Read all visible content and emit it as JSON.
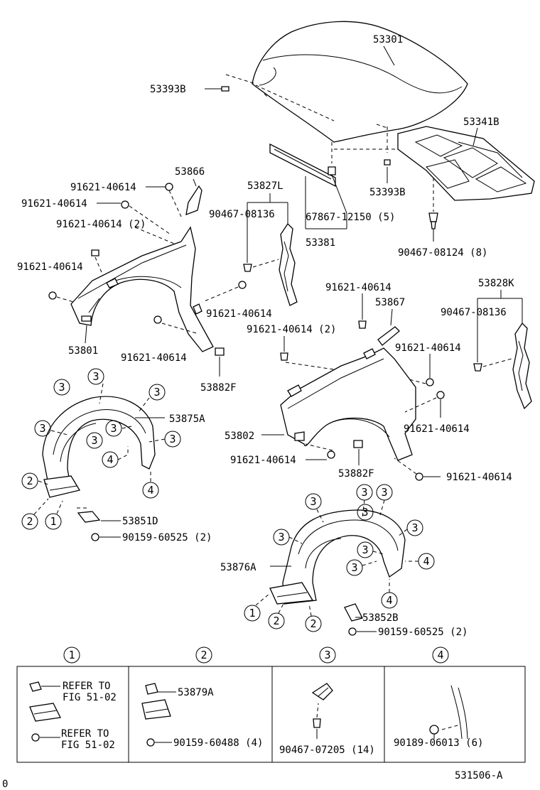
{
  "labels": {
    "hood": "53301",
    "hood_cushion": "53393B",
    "insulator": "53341B",
    "hood_cushion_2": "53393B",
    "hood_seal": "67867-12150 (5)",
    "seal_assembly": "53381",
    "clip_8124": "90467-08124 (8)",
    "bracket_53866": "53866",
    "bolt_a": "91621-40614",
    "bolt_b": "91621-40614",
    "bolt_c": "91621-40614 (2)",
    "bolt_d": "91621-40614",
    "fender_rh": "53801",
    "seal_rh": "53827L",
    "clip_rh": "90467-08136",
    "bolt_e": "91621-40614",
    "bolt_f": "91621-40614",
    "plate_rh": "53882F",
    "seal_lh": "53828K",
    "clip_lh": "90467-08136",
    "bolt_g": "91621-40614",
    "bracket_53867": "53867",
    "bolt_h": "91621-40614 (2)",
    "bolt_i": "91621-40614",
    "fender_lh": "53802",
    "bolt_j": "91621-40614",
    "bolt_k": "91621-40614",
    "plate_lh": "53882F",
    "bolt_l": "91621-40614",
    "liner_rh": "53875A",
    "shield_rh": "53851D",
    "screw_rh": "90159-60525 (2)",
    "liner_lh": "53876A",
    "shield_lh": "53852B",
    "screw_lh": "90159-60525 (2)"
  },
  "callouts": {
    "one": "1",
    "two": "2",
    "three": "3",
    "four": "4"
  },
  "detail_table": {
    "headers": [
      "1",
      "2",
      "3",
      "4"
    ],
    "cell1": {
      "refer_a_line1": "REFER TO",
      "refer_a_line2": "FIG 51-02",
      "refer_b_line1": "REFER TO",
      "refer_b_line2": "FIG 51-02"
    },
    "cell2": {
      "part": "53879A",
      "screw": "90159-60488 (4)"
    },
    "cell3": {
      "clip": "90467-07205 (14)"
    },
    "cell4": {
      "screw": "90189-06013 (6)"
    }
  },
  "footer": {
    "left_mark": "0",
    "figure_code": "531506-A"
  }
}
